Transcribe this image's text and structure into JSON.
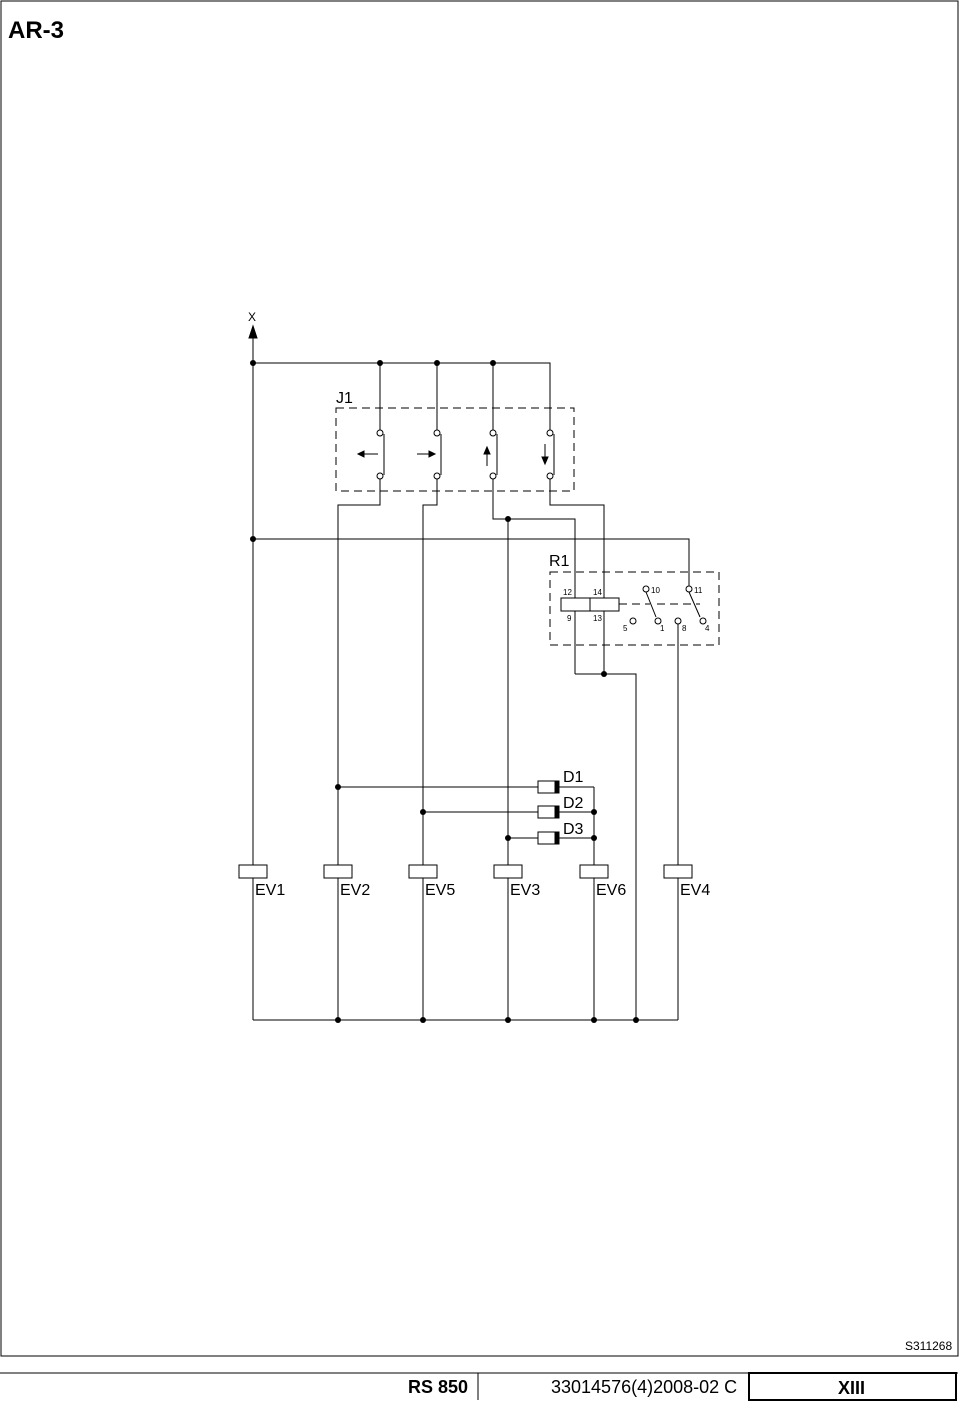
{
  "page": {
    "title": "AR-3",
    "drawing_code": "S311268"
  },
  "labels": {
    "supply": "X",
    "joystick": "J1",
    "relay": "R1",
    "diodes": [
      "D1",
      "D2",
      "D3"
    ],
    "valves": [
      "EV1",
      "EV2",
      "EV5",
      "EV3",
      "EV6",
      "EV4"
    ],
    "relay_pins": [
      "12",
      "14",
      "9",
      "13",
      "10",
      "11",
      "5",
      "1",
      "8",
      "4"
    ]
  },
  "footer": {
    "model": "RS 850",
    "document": "33014576(4)2008-02 C",
    "section": "XIII"
  }
}
